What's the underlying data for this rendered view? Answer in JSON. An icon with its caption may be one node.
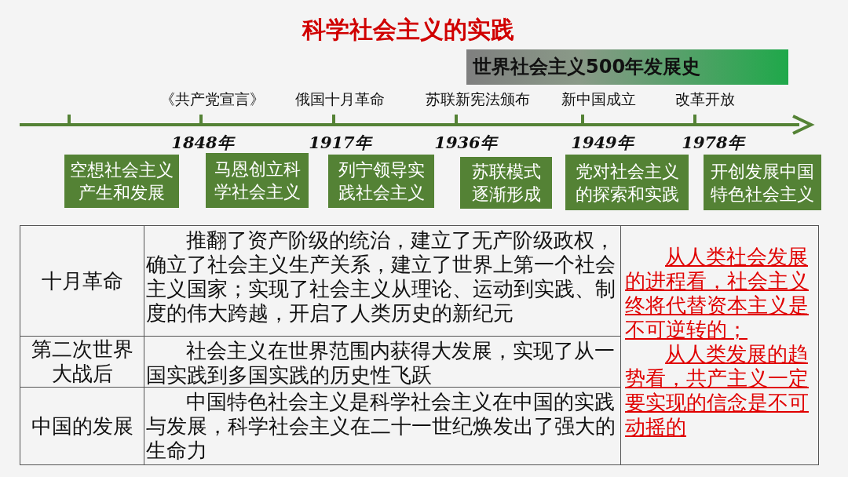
{
  "diagram": {
    "title": "科学社会主义的实践",
    "nodes": [
      {
        "text": [
          "世界社会主义500年发展史"
        ]
      },
      {
        "text": [
          "空想社会主义产生和发展"
        ]
      },
      {
        "text": [
          "马恩创立科学社会主义"
        ]
      },
      {
        "text": [
          "列宁领导实践社会主义"
        ]
      },
      {
        "text": [
          "苏联模式逐渐形成"
        ]
      },
      {
        "text": [
          "党对社会主义的探索和实践"
        ]
      },
      {
        "text": [
          "开创发展中国特色社会主义"
        ]
      }
    ],
    "labels": [
      "《共产党宣言》",
      "俄国十月革命",
      "苏联新宪法颁布",
      "新中国成立",
      "改革开放",
      "1848年",
      "1917年",
      "1936年",
      "1949年",
      "1978年",
      "十月革命",
      "推翻了资产阶级的统治，建立了无产阶级政权，确立了社会主义生产关系，建立了世界上第一个社会主义国家；实现了社会主义从理论、运动到实践、制度的伟大跨越，开启了人类历史的新纪元",
      "从人类社会发展的进程看，社会主义终将代替资本主义是不可逆转的；",
      "从人类发展的趋势看，共产主义一定要实现的信念是不可动摇的",
      "第二次世界大战后",
      "社会主义在世界范围内获得大发展，实现了从一国实践到多国实践的历史性飞跃",
      "中国的发展",
      "中国特色社会主义是科学社会主义在中国的实践与发展，科学社会主义在二十一世纪焕发出了强大的生命力"
    ]
  }
}
